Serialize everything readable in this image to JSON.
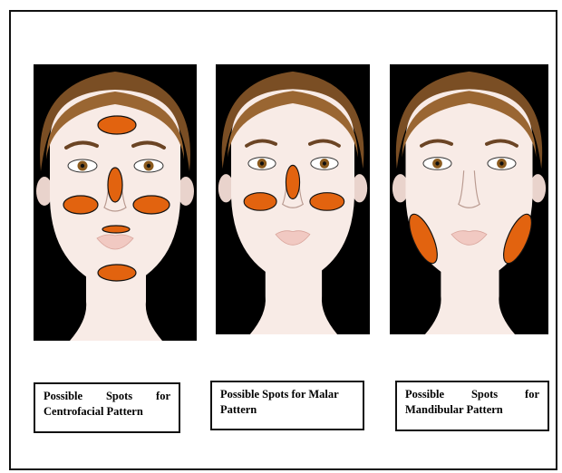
{
  "colors": {
    "background": "#ffffff",
    "panel_background": "#000000",
    "skin": "#f8ebe6",
    "skin_shadow": "#e9d3cc",
    "hair": "#7a4e24",
    "hair_highlight": "#9a6632",
    "brow": "#6b4424",
    "iris": "#8a5a1e",
    "lips": "#f1c9c2",
    "spot_fill": "#e2630f",
    "spot_stroke": "#111111"
  },
  "panels": [
    {
      "pattern": "centrofacial",
      "spots": [
        "forehead",
        "nose",
        "left-cheek",
        "right-cheek",
        "upper-lip",
        "chin"
      ]
    },
    {
      "pattern": "malar",
      "spots": [
        "nose",
        "left-cheek",
        "right-cheek"
      ]
    },
    {
      "pattern": "mandibular",
      "spots": [
        "left-jaw",
        "right-jaw"
      ]
    }
  ],
  "captions": {
    "centrofacial": {
      "line1_words": [
        "Possible",
        "Spots",
        "for"
      ],
      "line2": "Centrofacial Pattern"
    },
    "malar": {
      "line1_words": [
        "Possible Spots for Malar"
      ],
      "line2": "Pattern"
    },
    "mandibular": {
      "line1_words": [
        "Possible",
        "Spots",
        "for"
      ],
      "line2": "Mandibular Pattern"
    }
  }
}
